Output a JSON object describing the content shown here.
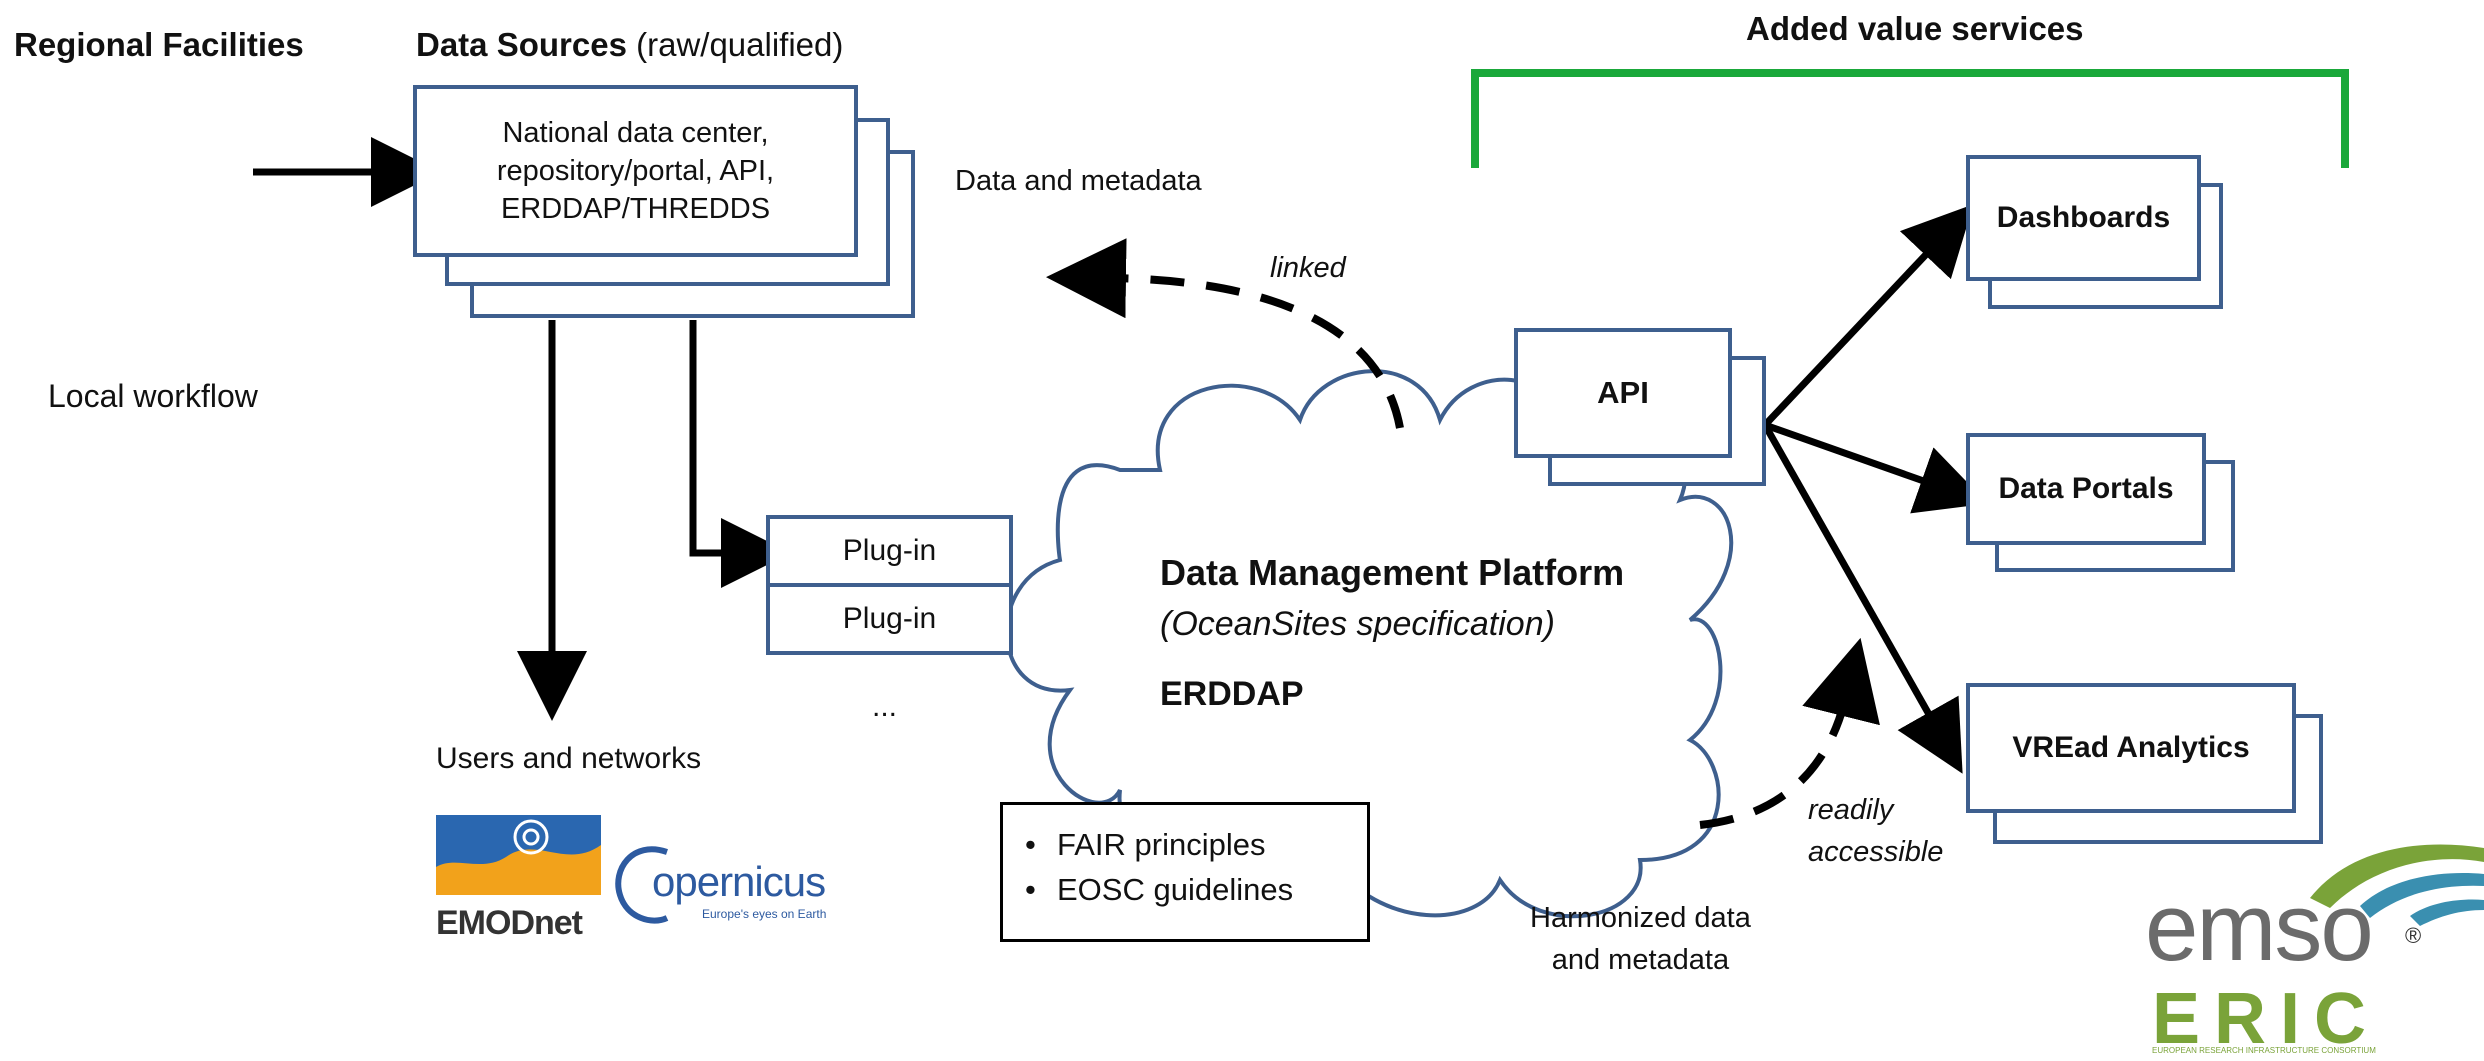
{
  "headers": {
    "regional_facilities": "Regional Facilities",
    "data_sources": "Data Sources",
    "data_sources_qualifier": "(raw/qualified)",
    "added_value_services": "Added  value services"
  },
  "data_sources_box": {
    "line1": "National data center,",
    "line2": "repository/portal, API,",
    "line3": "ERDDAP/THREDDS"
  },
  "local_workflow": "Local workflow",
  "plugins": [
    "Plug-in",
    "Plug-in"
  ],
  "ellipsis": "...",
  "users_and_networks": "Users and networks",
  "platform": {
    "title": "Data  Management Platform",
    "subtitle": "(OceanSites specification)",
    "engine": "ERDDAP"
  },
  "principles": [
    "FAIR principles",
    "EOSC guidelines"
  ],
  "data_and_metadata": "Data and metadata",
  "linked": "linked",
  "readily": "readily",
  "accessible": "accessible",
  "harmonized_line1": "Harmonized data",
  "harmonized_line2": "and metadata",
  "api": "API",
  "services": [
    "Dashboards",
    "Data Portals",
    "VREad Analytics"
  ],
  "logos": {
    "emodnet": "EMODnet",
    "copernicus": "opernicus",
    "copernicus_tagline": "Europe's eyes on Earth",
    "emso": "emso",
    "eric": "ERIC",
    "eric_tagline": "EUROPEAN RESEARCH INFRASTRUCTURE CONSORTIUM",
    "registered": "®"
  },
  "colors": {
    "box_border": "#3e5f8e",
    "bracket_green": "#1aa83a",
    "emso_grey": "#6b6b6b",
    "eric_green": "#7aa339",
    "emodnet_blue": "#2a67b0",
    "emodnet_orange": "#f2a21b",
    "copernicus_blue": "#2d5aa0"
  }
}
